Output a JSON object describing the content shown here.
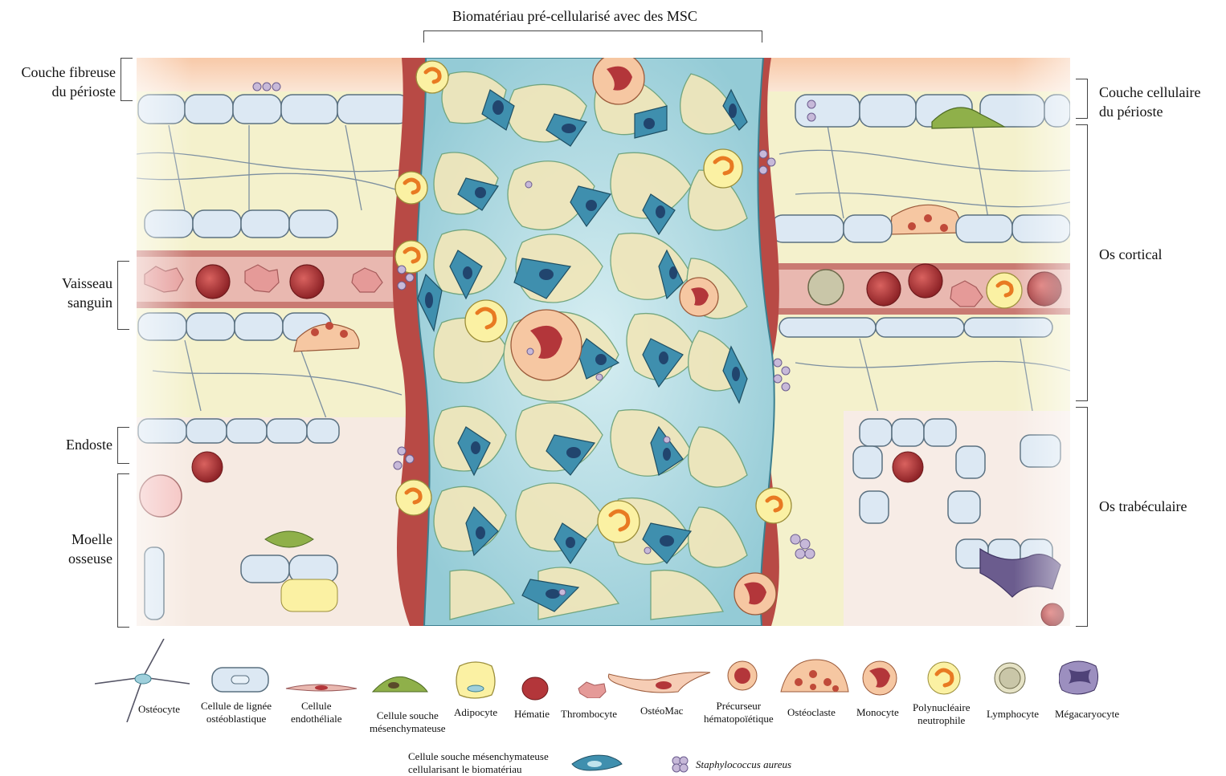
{
  "title": "Biomatériau pré-cellularisé avec des MSC",
  "left_labels": {
    "periosteum_fibrous": [
      "Couche fibreuse",
      "du périoste"
    ],
    "vessel": [
      "Vaisseau",
      "sanguin"
    ],
    "endosteum": "Endoste",
    "marrow": [
      "Moelle",
      "osseuse"
    ]
  },
  "right_labels": {
    "periosteum_cellular": [
      "Couche cellulaire",
      "du périoste"
    ],
    "cortical": "Os cortical",
    "trabecular": "Os trabéculaire"
  },
  "legend": {
    "osteocyte": "Ostéocyte",
    "osteoblast": [
      "Cellule de lignée",
      "ostéoblastique"
    ],
    "endothelial": [
      "Cellule",
      "endothéliale"
    ],
    "msc": [
      "Cellule souche",
      "mésenchymateuse"
    ],
    "adipocyte": "Adipocyte",
    "hematie": "Hématie",
    "thrombocyte": "Thrombocyte",
    "osteomac": "OstéoMac",
    "precursor": [
      "Précurseur",
      "hématopoïétique"
    ],
    "osteoclast": "Ostéoclaste",
    "monocyte": "Monocyte",
    "neutrophil": [
      "Polynucléaire",
      "neutrophile"
    ],
    "lymphocyte": "Lymphocyte",
    "megakaryocyte": "Mégacaryocyte",
    "msc_biomaterial": [
      "Cellule souche mésenchymateuse",
      "cellularisant le biomatériau"
    ],
    "staph": "Staphylococcus aureus"
  },
  "colors": {
    "bone_matrix": "#f3f0c8",
    "osteoblast_fill": "#dce8f3",
    "vessel": "#e9b8b0",
    "vessel_dark": "#b84a45",
    "hematie": "#b3363a",
    "biomaterial": "#a8d5de",
    "msc_fill": "#3f8fae",
    "periosteum": "#f6cdb5",
    "adipocyte": "#fbf1a3",
    "neutrophil_nucleus": "#e87a22",
    "staph": "#b7a8cc",
    "megakaryocyte": "#6b5c8e",
    "lymphocyte": "#c9c6a8"
  }
}
